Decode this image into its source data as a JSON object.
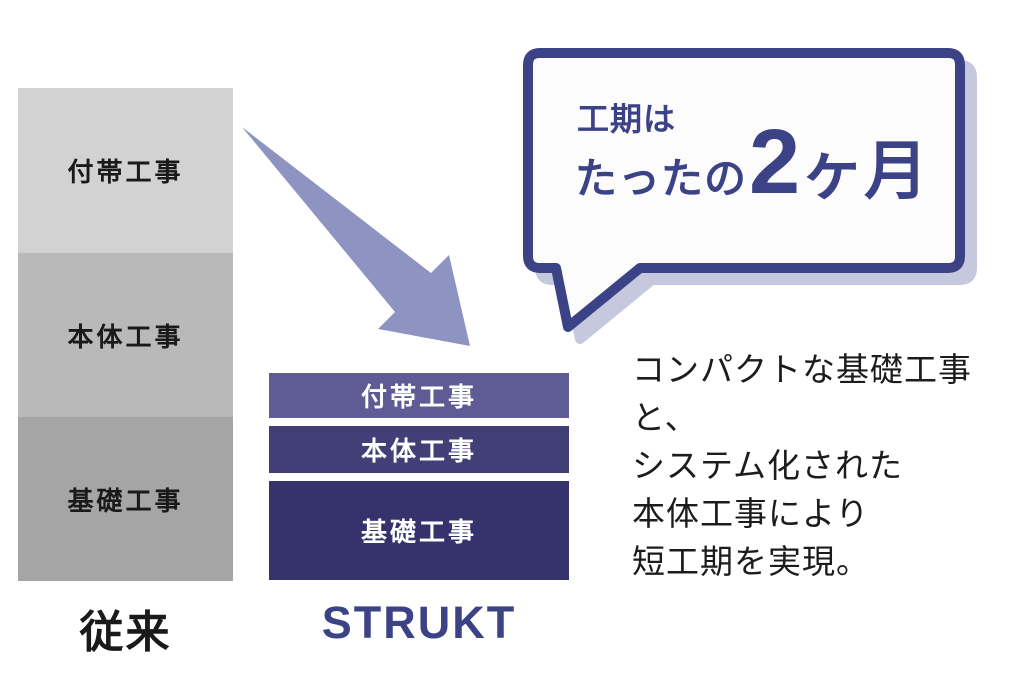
{
  "colors": {
    "background": "#ffffff",
    "navy": "#3b4286",
    "arrow": "#8d94c2",
    "bubble_fill": "#fcfcfc",
    "bubble_shadow": "#c6c9dd",
    "black_text": "#1a1a1a",
    "description_text": "#1c1c1c",
    "gray_segments": [
      "#d2d2d2",
      "#b9b9b9",
      "#a5a5a5"
    ],
    "strukt_segments": [
      "#5e5b95",
      "#423f77",
      "#36336c"
    ]
  },
  "conventional_bar": {
    "label": "従来",
    "segments": [
      {
        "label": "付帯工事"
      },
      {
        "label": "本体工事"
      },
      {
        "label": "基礎工事"
      }
    ]
  },
  "strukt_bar": {
    "label": "STRUKT",
    "segments": [
      {
        "label": "付帯工事"
      },
      {
        "label": "本体工事"
      },
      {
        "label": "基礎工事"
      }
    ]
  },
  "speech_bubble": {
    "line1": "工期は",
    "line2_prefix": "たったの",
    "line2_number": "2",
    "line2_unit": "ヶ月"
  },
  "description": {
    "lines": [
      "コンパクトな基礎工事と、",
      "システム化された",
      "本体工事により",
      "短工期を実現。"
    ]
  },
  "icons": {
    "arrow": "reduction-arrow"
  }
}
